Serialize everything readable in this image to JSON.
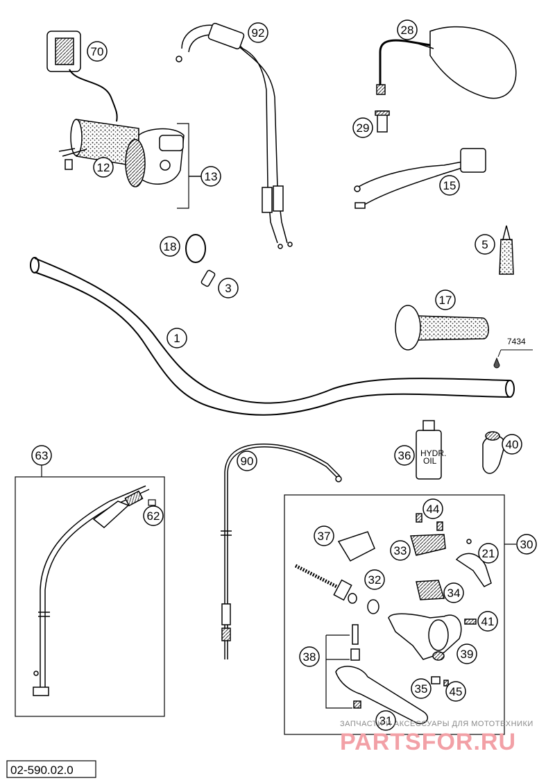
{
  "drawing_code": "02-590.02.0",
  "watermark": {
    "tagline": "ЗАПЧАСТИ И АКСЕССУАРЫ ДЛЯ МОТОТЕХНИКИ",
    "logo": "PARTSFOR.RU"
  },
  "callouts": {
    "p70": "70",
    "p92": "92",
    "p28": "28",
    "p29": "29",
    "p12": "12",
    "p13": "13",
    "p15": "15",
    "p18": "18",
    "p3": "3",
    "p5": "5",
    "p17": "17",
    "p1": "1",
    "p63": "63",
    "p62": "62",
    "p90": "90",
    "p36": "36",
    "p40": "40",
    "p44": "44",
    "p30": "30",
    "p37": "37",
    "p33": "33",
    "p21": "21",
    "p32": "32",
    "p34": "34",
    "p41": "41",
    "p38": "38",
    "p39": "39",
    "p35": "35",
    "p45": "45",
    "p31": "31"
  },
  "labels": {
    "ref_7434": "7434",
    "hydr_oil_line1": "HYDR.",
    "hydr_oil_line2": "OIL"
  }
}
